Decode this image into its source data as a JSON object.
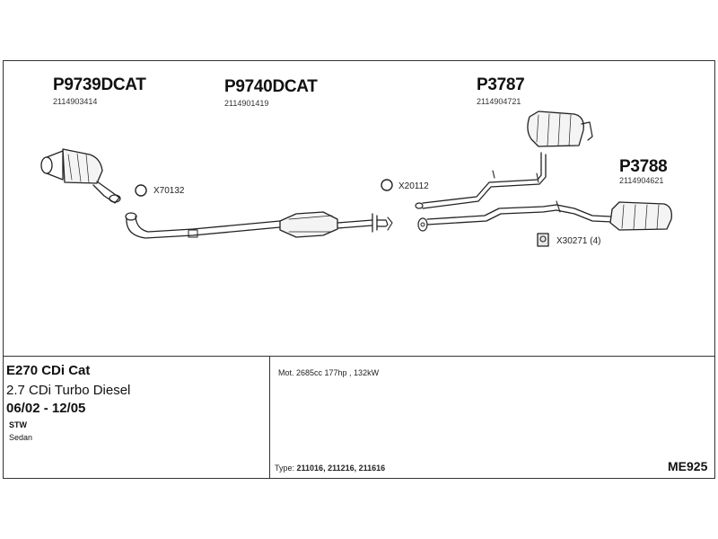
{
  "parts": [
    {
      "part_no": "P9739DCAT",
      "oe_no": "2114903414"
    },
    {
      "part_no": "P9740DCAT",
      "oe_no": "2114901419"
    },
    {
      "part_no": "P3787",
      "oe_no": "2114904721"
    },
    {
      "part_no": "P3788",
      "oe_no": "2114904621"
    }
  ],
  "fittings": [
    {
      "code": "X70132"
    },
    {
      "code": "X20112"
    },
    {
      "code": "X30271 (4)"
    }
  ],
  "vehicle": {
    "model": "E270 CDi Cat",
    "engine": "2.7 CDi Turbo Diesel",
    "years": "06/02 - 12/05",
    "body_1": "STW",
    "body_2": "Sedan"
  },
  "motor_spec": "Mot. 2685cc 177hp , 132kW",
  "type_label": "Type:",
  "type_values": "211016, 211216, 211616",
  "diagram_code": "ME925"
}
